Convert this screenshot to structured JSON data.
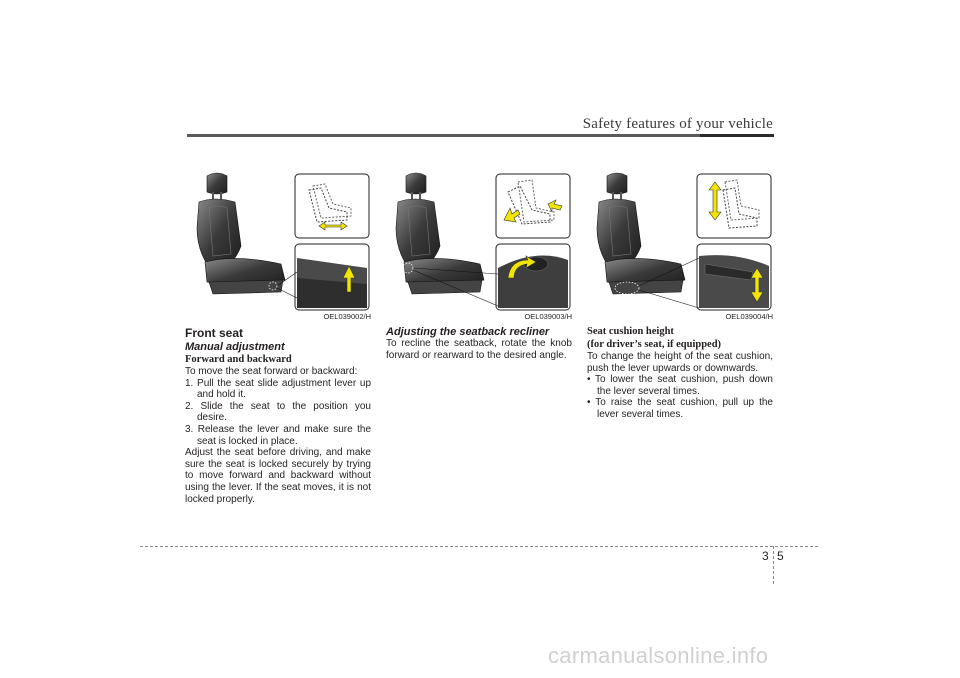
{
  "header": {
    "title": "Safety features of your vehicle"
  },
  "columns": [
    {
      "figure_code": "OEL039002/H",
      "section_title": "Front seat",
      "subtitle": "Manual adjustment",
      "subheading": "Forward and backward",
      "intro": "To move the seat forward or backward:",
      "steps": [
        "1. Pull the seat slide adjustment lever up and hold it.",
        "2. Slide the seat to the position you desire.",
        "3. Release the lever and make sure the seat is locked in place."
      ],
      "note": "Adjust the seat before driving, and make sure the seat is locked securely by trying to move forward and backward without using the lever. If the seat moves, it is not locked properly."
    },
    {
      "figure_code": "OEL039003/H",
      "subtitle": "Adjusting the seatback recliner",
      "body": "To recline the seatback, rotate the knob forward or rearward to the desired angle."
    },
    {
      "figure_code": "OEL039004/H",
      "heading_line1": "Seat cushion height",
      "heading_line2": "(for driver’s seat, if equipped)",
      "intro": "To change the height of the seat cushion, push the lever upwards or downwards.",
      "bullets": [
        "• To lower the seat cushion, push down the lever several times.",
        "• To raise the seat cushion, pull up the lever several times."
      ]
    }
  ],
  "footer": {
    "chapter": "3",
    "page": "5"
  },
  "watermark": "carmanualsonline.info",
  "colors": {
    "rule": "#5a5a5a",
    "arrow": "#f2e500",
    "seat": "#3c3c3c",
    "text": "#231f20"
  },
  "icons": [
    "seat-illustration",
    "slide-arrow-icon",
    "recline-arrow-icon",
    "height-arrow-icon",
    "lever-rotate-arrow-icon"
  ]
}
